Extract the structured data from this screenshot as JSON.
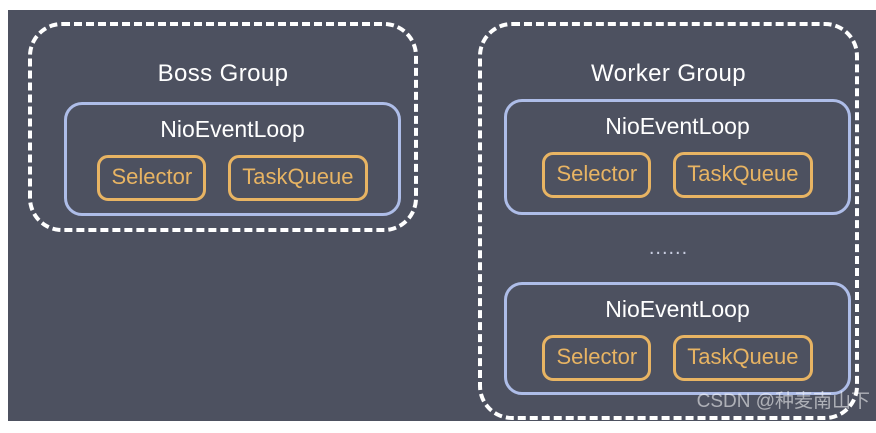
{
  "diagram": {
    "background_color": "#4d5160",
    "groups": [
      {
        "id": "boss",
        "title": "Boss Group",
        "border_color": "#ffffff",
        "eventloops": [
          {
            "title": "NioEventLoop",
            "border_color": "#aebde8",
            "components": [
              {
                "label": "Selector",
                "color": "#e8b463"
              },
              {
                "label": "TaskQueue",
                "color": "#e8b463"
              }
            ]
          }
        ]
      },
      {
        "id": "worker",
        "title": "Worker Group",
        "border_color": "#ffffff",
        "ellipsis": "......",
        "eventloops": [
          {
            "title": "NioEventLoop",
            "border_color": "#aebde8",
            "components": [
              {
                "label": "Selector",
                "color": "#e8b463"
              },
              {
                "label": "TaskQueue",
                "color": "#e8b463"
              }
            ]
          },
          {
            "title": "NioEventLoop",
            "border_color": "#aebde8",
            "components": [
              {
                "label": "Selector",
                "color": "#e8b463"
              },
              {
                "label": "TaskQueue",
                "color": "#e8b463"
              }
            ]
          }
        ]
      }
    ],
    "watermark": "CSDN @种麦南山下"
  }
}
